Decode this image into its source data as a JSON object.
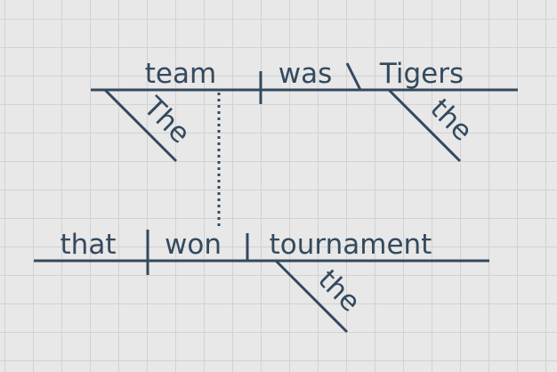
{
  "diagram": {
    "main_clause": {
      "subject": "team",
      "verb": "was",
      "complement": "Tigers",
      "subject_modifier": "The",
      "complement_modifier": "the"
    },
    "relative_clause": {
      "subject": "that",
      "verb": "won",
      "object": "tournament",
      "object_modifier": "the"
    },
    "colors": {
      "background": "#e8e8e8",
      "grid": "#d2d2d2",
      "ink": "#34495e"
    }
  }
}
